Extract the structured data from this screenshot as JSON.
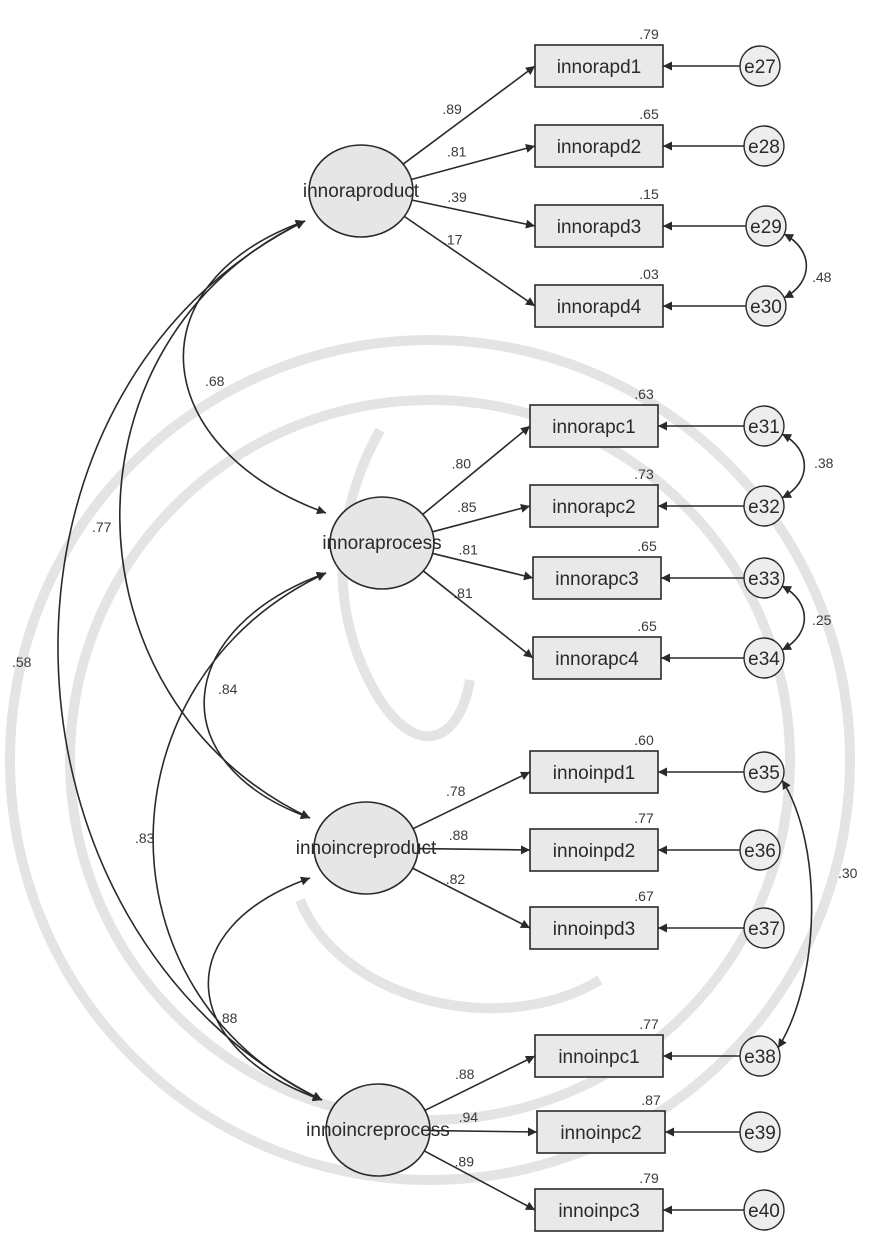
{
  "latents": [
    {
      "id": "innoraproduct",
      "label": "innoraproduct"
    },
    {
      "id": "innoraprocess",
      "label": "innoraprocess"
    },
    {
      "id": "innoincreproduct",
      "label": "innoincreproduct"
    },
    {
      "id": "innoincreprocess",
      "label": "innoincreprocess"
    }
  ],
  "indicators": [
    {
      "label": "innorapd1",
      "r2": ".79",
      "loading": ".89",
      "error": "e27"
    },
    {
      "label": "innorapd2",
      "r2": ".65",
      "loading": ".81",
      "error": "e28"
    },
    {
      "label": "innorapd3",
      "r2": ".15",
      "loading": ".39",
      "error": "e29"
    },
    {
      "label": "innorapd4",
      "r2": ".03",
      "loading": ".17",
      "error": "e30"
    },
    {
      "label": "innorapc1",
      "r2": ".63",
      "loading": ".80",
      "error": "e31"
    },
    {
      "label": "innorapc2",
      "r2": ".73",
      "loading": ".85",
      "error": "e32"
    },
    {
      "label": "innorapc3",
      "r2": ".65",
      "loading": ".81",
      "error": "e33"
    },
    {
      "label": "innorapc4",
      "r2": ".65",
      "loading": ".81",
      "error": "e34"
    },
    {
      "label": "innoinpd1",
      "r2": ".60",
      "loading": ".78",
      "error": "e35"
    },
    {
      "label": "innoinpd2",
      "r2": ".77",
      "loading": ".88",
      "error": "e36"
    },
    {
      "label": "innoinpd3",
      "r2": ".67",
      "loading": ".82",
      "error": "e37"
    },
    {
      "label": "innoinpc1",
      "r2": ".77",
      "loading": ".88",
      "error": "e38"
    },
    {
      "label": "innoinpc2",
      "r2": ".87",
      "loading": ".94",
      "error": "e39"
    },
    {
      "label": "innoinpc3",
      "r2": ".79",
      "loading": ".89",
      "error": "e40"
    }
  ],
  "latent_correlations": [
    {
      "value": ".68"
    },
    {
      "value": ".77"
    },
    {
      "value": ".58"
    },
    {
      "value": ".84"
    },
    {
      "value": ".83"
    },
    {
      "value": ".88"
    }
  ],
  "error_correlations": [
    {
      "value": ".48"
    },
    {
      "value": ".38"
    },
    {
      "value": ".25"
    },
    {
      "value": ".30"
    }
  ]
}
